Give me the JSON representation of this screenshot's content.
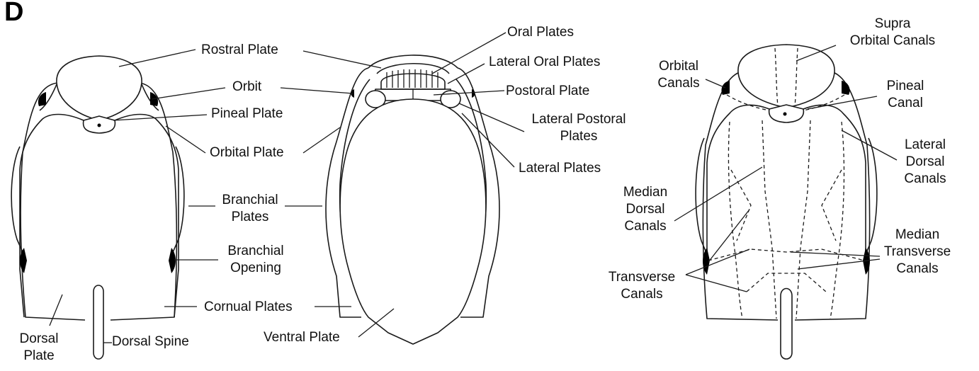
{
  "panel_letter": "D",
  "labels": {
    "rostral_plate": "Rostral Plate",
    "orbit": "Orbit",
    "pineal_plate": "Pineal Plate",
    "orbital_plate": "Orbital Plate",
    "branchial_plates": [
      "Branchial",
      "Plates"
    ],
    "branchial_opening": [
      "Branchial",
      "Opening"
    ],
    "cornual_plates": "Cornual Plates",
    "dorsal_plate": [
      "Dorsal",
      "Plate"
    ],
    "dorsal_spine": "Dorsal Spine",
    "oral_plates": "Oral Plates",
    "lateral_oral_plates": "Lateral Oral Plates",
    "postoral_plate": "Postoral Plate",
    "lateral_postoral_plates": [
      "Lateral Postoral",
      "Plates"
    ],
    "lateral_plates": "Lateral Plates",
    "ventral_plate": "Ventral Plate",
    "supra_orbital_canals": [
      "Supra",
      "Orbital Canals"
    ],
    "orbital_canals": [
      "Orbital",
      "Canals"
    ],
    "pineal_canal": [
      "Pineal",
      "Canal"
    ],
    "lateral_dorsal_canals": [
      "Lateral",
      "Dorsal",
      "Canals"
    ],
    "median_dorsal_canals": [
      "Median",
      "Dorsal",
      "Canals"
    ],
    "median_transverse_canals": [
      "Median",
      "Transverse",
      "Canals"
    ],
    "transverse_canals": [
      "Transverse",
      "Canals"
    ]
  }
}
